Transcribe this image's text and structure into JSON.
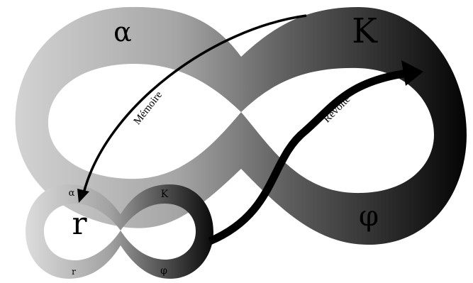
{
  "diagram": {
    "large_loop": {
      "top_left": "α",
      "top_right": "K",
      "bottom_right": "φ"
    },
    "small_loop": {
      "top_left": "α",
      "center_left": "r",
      "top_right": "K",
      "bottom_left": "r",
      "bottom_right": "φ"
    },
    "arrows": {
      "memory_label": "Mémoire",
      "revolt_label": "Révolte"
    },
    "colors": {
      "loop_light": "#d4d4d4",
      "loop_mid": "#8a8a8a",
      "loop_dark": "#050505",
      "arrow": "#000000",
      "background": "#ffffff"
    }
  }
}
